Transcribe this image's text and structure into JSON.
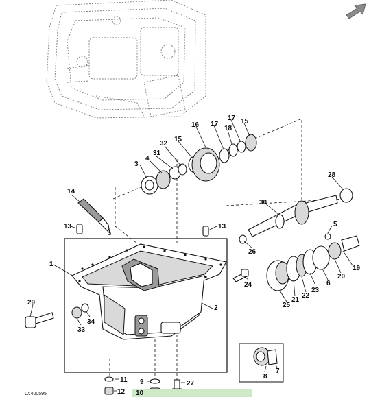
{
  "figure_id": "LX400595",
  "nav_icon": "next-page-arrow-icon",
  "highlight_color": "#cfe8c7",
  "callouts": {
    "c1": "1",
    "c2": "2",
    "c3": "3",
    "c4": "4",
    "c5": "5",
    "c6": "6",
    "c7": "7",
    "c8": "8",
    "c9": "9",
    "c10": "10",
    "c11": "11",
    "c12": "12",
    "c13a": "13",
    "c13b": "13",
    "c14": "14",
    "c15a": "15",
    "c15b": "15",
    "c16": "16",
    "c17a": "17",
    "c17b": "17",
    "c18": "18",
    "c19": "19",
    "c20": "20",
    "c21": "21",
    "c22": "22",
    "c23": "23",
    "c24": "24",
    "c25": "25",
    "c26": "26",
    "c27": "27",
    "c28": "28",
    "c29": "29",
    "c30": "30",
    "c31": "31",
    "c32": "32",
    "c33": "33",
    "c34": "34"
  }
}
